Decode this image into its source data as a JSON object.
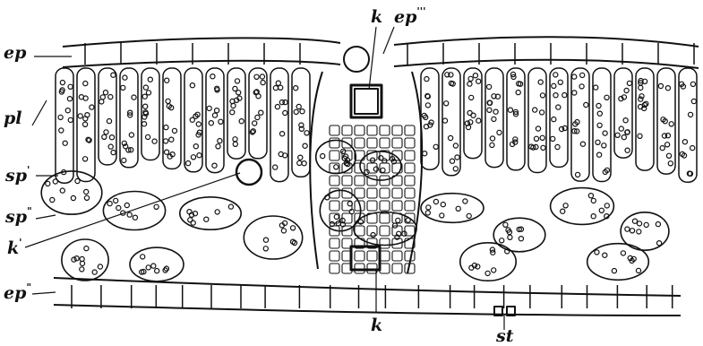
{
  "labels": {
    "ep_top": {
      "main": "ep",
      "sup": ""
    },
    "pl": {
      "main": "pl",
      "sup": ""
    },
    "sp1": {
      "main": "sp",
      "sup": "'"
    },
    "sp2": {
      "main": "sp",
      "sup": "\""
    },
    "k1": {
      "main": "k",
      "sup": "'"
    },
    "ep_bottom": {
      "main": "ep",
      "sup": "\""
    },
    "k_top": {
      "main": "k",
      "sup": ""
    },
    "ep_vein": {
      "main": "ep",
      "sup": "'''"
    },
    "k_bottom": {
      "main": "k",
      "sup": ""
    },
    "st": {
      "main": "st",
      "sup": ""
    }
  },
  "colors": {
    "ink": "#111111",
    "paper": "#ffffff"
  }
}
